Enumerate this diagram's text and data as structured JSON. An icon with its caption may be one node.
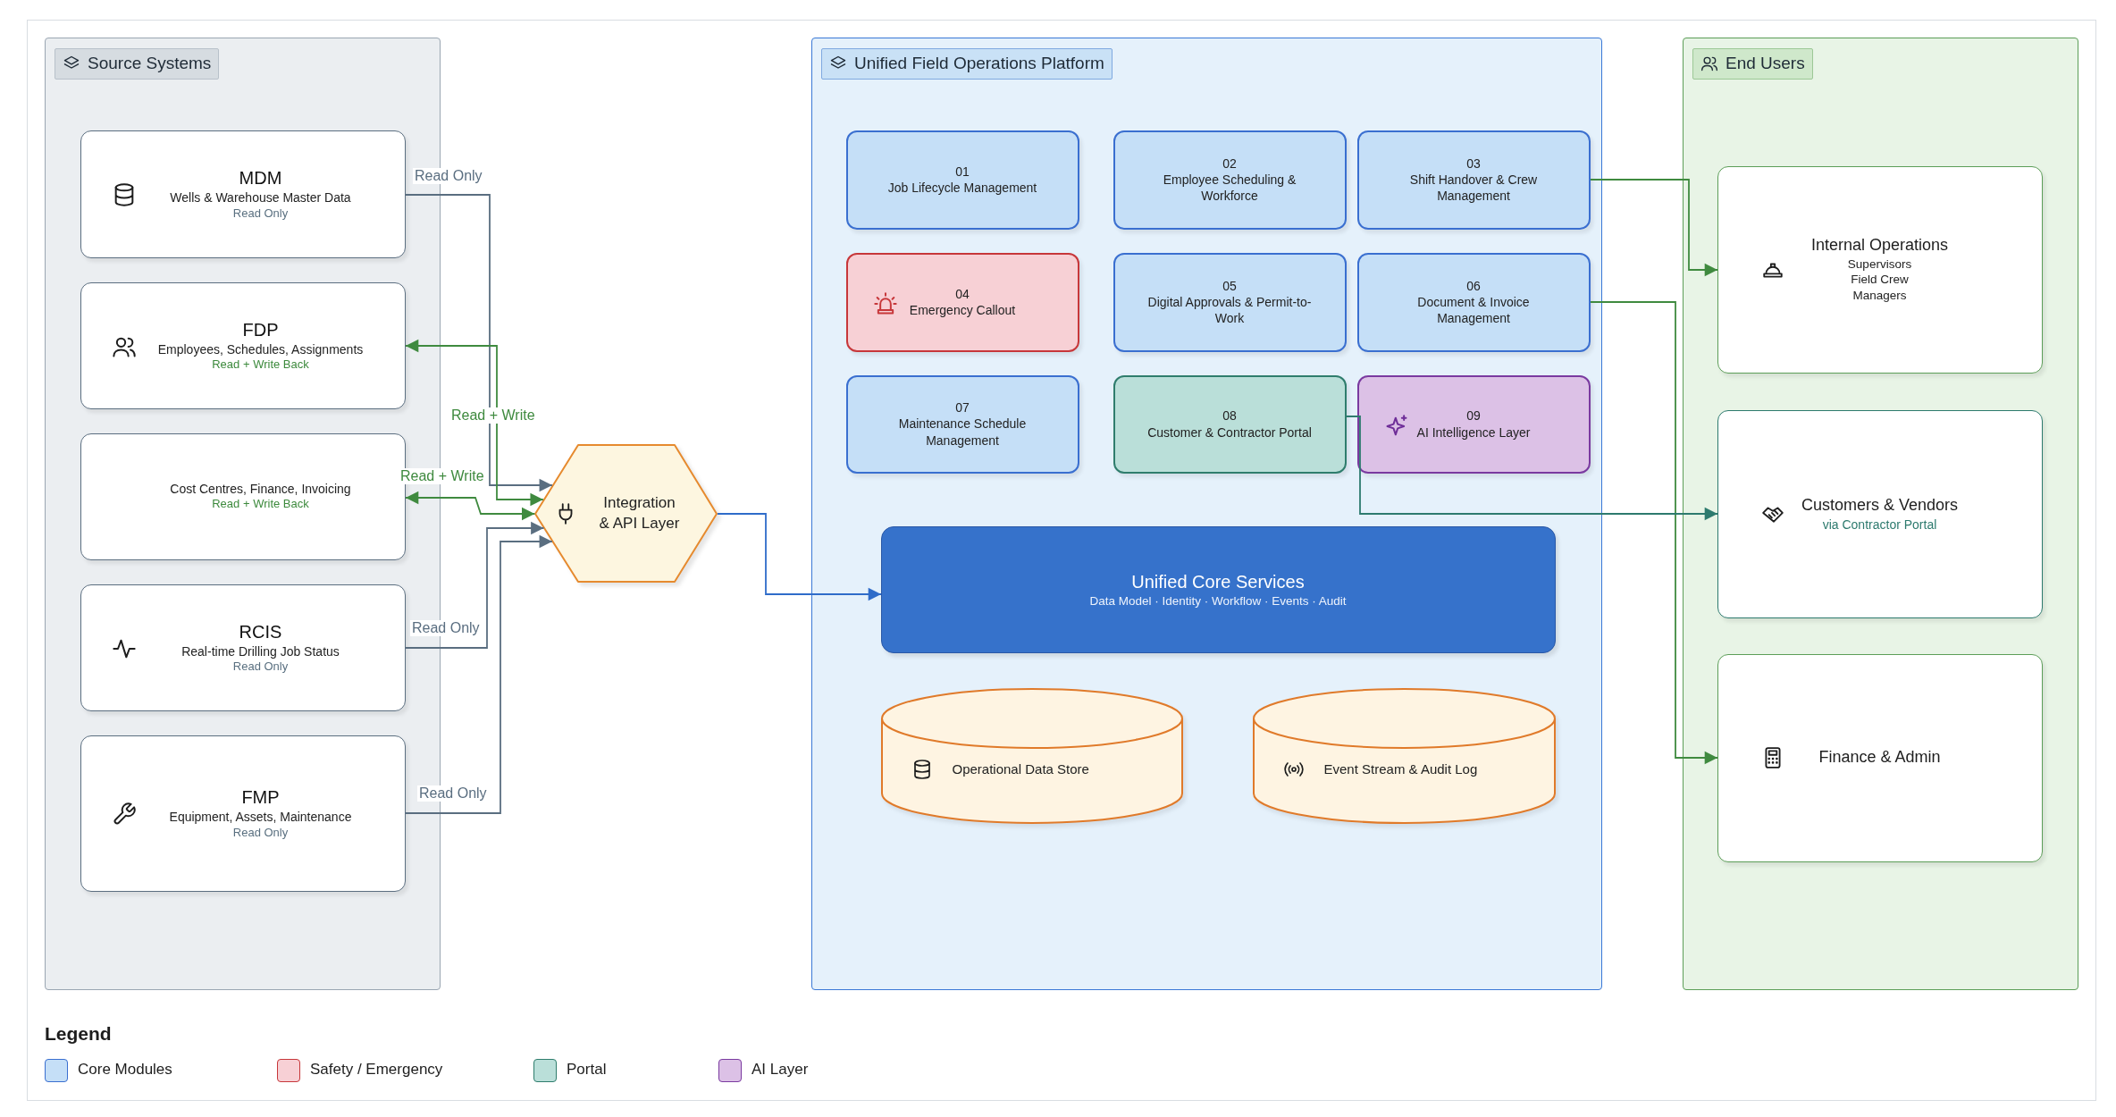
{
  "diagram": {
    "nodes": [
      {
        "text": [
          "Source Systems"
        ]
      },
      {
        "text": [
          "MDM",
          "Wells & Warehouse Master Data",
          "Read Only"
        ],
        "in": 0
      },
      {
        "text": [
          "FDP",
          "Employees, Schedules, Assignments",
          "Read + Write Back"
        ],
        "in": 0
      },
      {
        "text": [
          "Cost Centres, Finance, Invoicing",
          "Read + Write Back"
        ],
        "in": 0
      },
      {
        "text": [
          "RCIS",
          "Real-time Drilling Job Status",
          "Read Only"
        ],
        "in": 0
      },
      {
        "text": [
          "FMP",
          "Equipment, Assets, Maintenance",
          "Read Only"
        ],
        "in": 0
      },
      {
        "text": [
          "Integration & API Layer"
        ]
      },
      {
        "text": [
          "Unified Field Operations Platform"
        ]
      },
      {
        "text": [
          "01",
          "Job Lifecycle Management"
        ],
        "in": 7
      },
      {
        "text": [
          "02",
          "Employee Scheduling & Workforce"
        ],
        "in": 7
      },
      {
        "text": [
          "03",
          "Shift Handover & Crew Management"
        ],
        "in": 7
      },
      {
        "text": [
          "04",
          "Emergency Callout"
        ],
        "in": 7
      },
      {
        "text": [
          "05",
          "Digital Approvals & Permit-to-Work"
        ],
        "in": 7
      },
      {
        "text": [
          "06",
          "Document & Invoice Management"
        ],
        "in": 7
      },
      {
        "text": [
          "07",
          "Maintenance Schedule Management"
        ],
        "in": 7
      },
      {
        "text": [
          "08",
          "Customer & Contractor Portal"
        ],
        "in": 7
      },
      {
        "text": [
          "09",
          "AI Intelligence Layer"
        ],
        "in": 7
      },
      {
        "text": [
          "Unified Core Services",
          "Data Model · Identity · Workflow · Events · Audit"
        ],
        "in": 7
      },
      {
        "text": [
          "Operational Data Store"
        ],
        "in": 7
      },
      {
        "text": [
          "Event Stream & Audit Log"
        ],
        "in": 7
      },
      {
        "text": [
          "End Users"
        ]
      },
      {
        "text": [
          "Internal Operations",
          "Supervisors",
          "Field Crew",
          "Managers"
        ],
        "in": 20
      },
      {
        "text": [
          "Customers & Vendors",
          "via Contractor Portal"
        ],
        "in": 20
      },
      {
        "text": [
          "Finance & Admin"
        ],
        "in": 20
      }
    ],
    "edges": [
      {
        "from": 1,
        "to": 6,
        "arrow": "to",
        "label": "Read Only",
        "color": "#5a6e80"
      },
      {
        "from": 2,
        "to": 6,
        "arrow": "both",
        "label": "Read + Write"
      },
      {
        "from": 3,
        "to": 6,
        "arrow": "both",
        "label": "Read + Write"
      },
      {
        "from": 4,
        "to": 6,
        "arrow": "to",
        "label": "Read Only",
        "color": "#5a6e80"
      },
      {
        "from": 5,
        "to": 6,
        "arrow": "to",
        "label": "Read Only",
        "color": "#5a6e80"
      },
      {
        "from": 6,
        "to": 17,
        "arrow": "to",
        "color": "#2f6cc9"
      },
      {
        "from": 10,
        "to": 21,
        "arrow": "to"
      },
      {
        "from": 13,
        "to": 23,
        "arrow": "to"
      },
      {
        "from": 15,
        "to": 22,
        "arrow": "to",
        "color": "#2d7a6e"
      }
    ],
    "labels": [
      "Legend"
    ],
    "legend": [
      {
        "text": "Core Modules",
        "color": "#c5dff7"
      },
      {
        "text": "Safety / Emergency",
        "color": "#f7d0d5"
      },
      {
        "text": "Portal",
        "color": "#badfd9"
      },
      {
        "text": "AI Layer",
        "color": "#dcc1e6"
      }
    ]
  }
}
